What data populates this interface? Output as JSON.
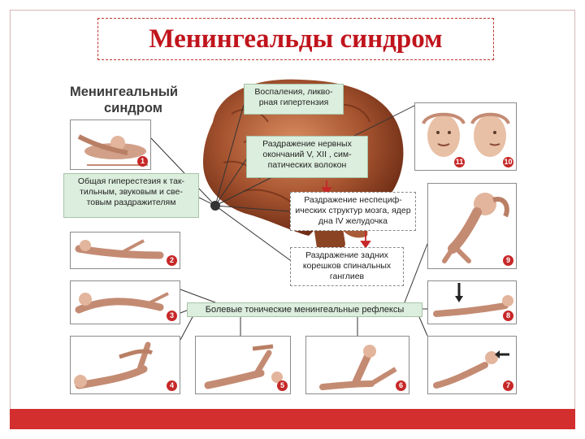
{
  "slide": {
    "title": "Менингеальды синдром",
    "accent_color": "#c0141c",
    "bar_color": "#d32f2f"
  },
  "figure": {
    "title_line1": "Менингеальный",
    "title_line2": "синдром",
    "labels": {
      "inflammation": "Воспаления, ликво-рная гипертензия",
      "nerve_irritation": "Раздражение нервных окончаний V, XII , сим-патических волокон",
      "nonspecific_irritation": "Раздражение неспециф-ических структур мозга, ядер дна IV желудочка",
      "roots_irritation": "Раздражение задних корешков спинальных ганглиев",
      "hyperesthesia": "Общая гиперестезия к так-тильным, звуковым и све-товым раздражителям",
      "reflexes": "Болевые тонические менингеальные рефлексы"
    },
    "panel_numbers": {
      "p1": "1",
      "p2": "2",
      "p3": "3",
      "p4": "4",
      "p5": "5",
      "p6": "6",
      "p7": "7",
      "p8": "8",
      "p9": "9",
      "p10": "10",
      "p11": "11"
    }
  }
}
